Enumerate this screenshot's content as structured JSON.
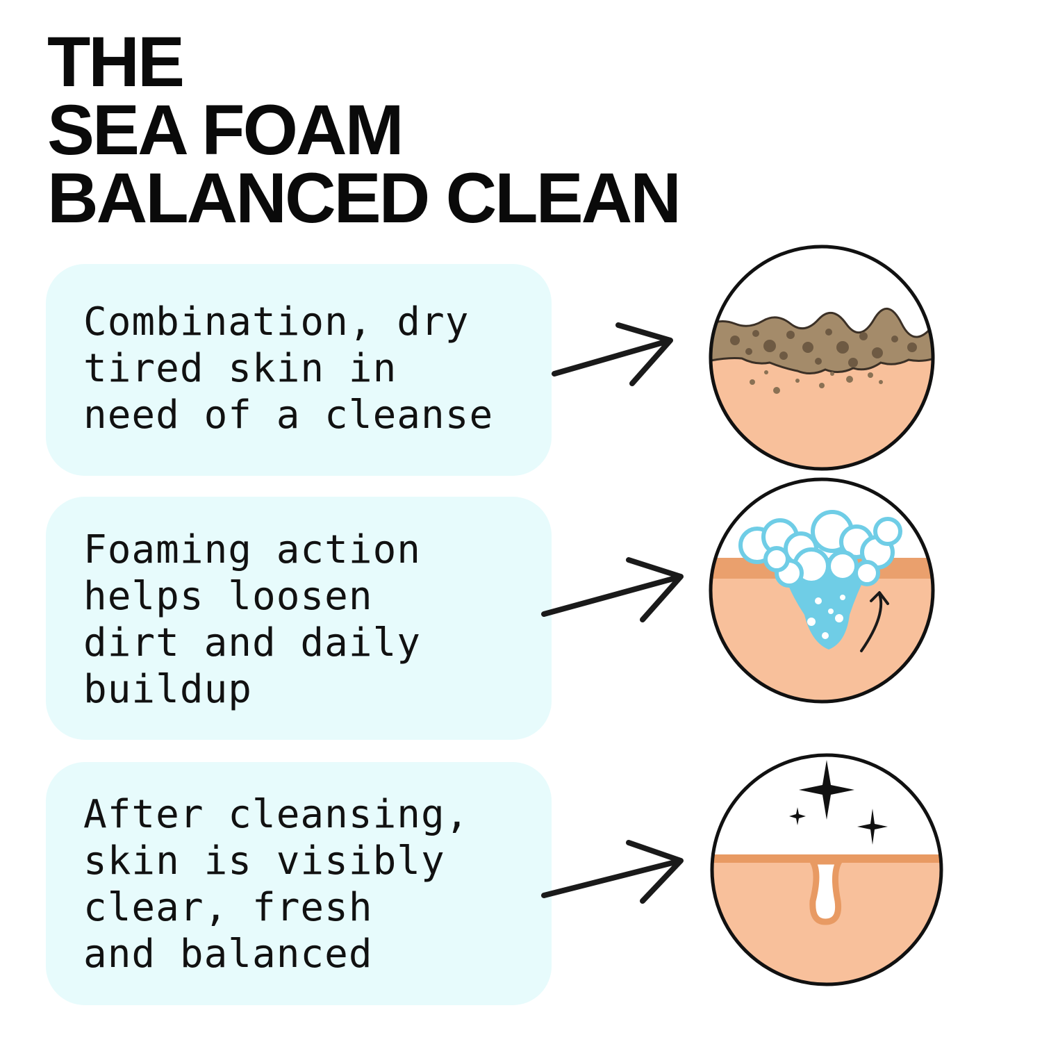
{
  "title": {
    "lines": [
      "THE",
      "SEA FOAM",
      "BALANCED CLEAN"
    ]
  },
  "steps": [
    {
      "lines": [
        "Combination, dry",
        "tired skin in",
        "need of a cleanse"
      ],
      "icon": "dirty-skin-icon"
    },
    {
      "lines": [
        "Foaming action",
        "helps loosen",
        "dirt and daily",
        "buildup"
      ],
      "icon": "foam-bubbles-icon"
    },
    {
      "lines": [
        "After cleansing,",
        "skin is visibly",
        "clear, fresh",
        "and balanced"
      ],
      "icon": "clean-pore-sparkle-icon"
    }
  ],
  "colors": {
    "card_bg": "#e7fbfc",
    "skin": "#f8c09b",
    "skin_edge": "#e89a63",
    "dirt": "#a48b6a",
    "foam": "#6fcde6",
    "text": "#111111"
  }
}
